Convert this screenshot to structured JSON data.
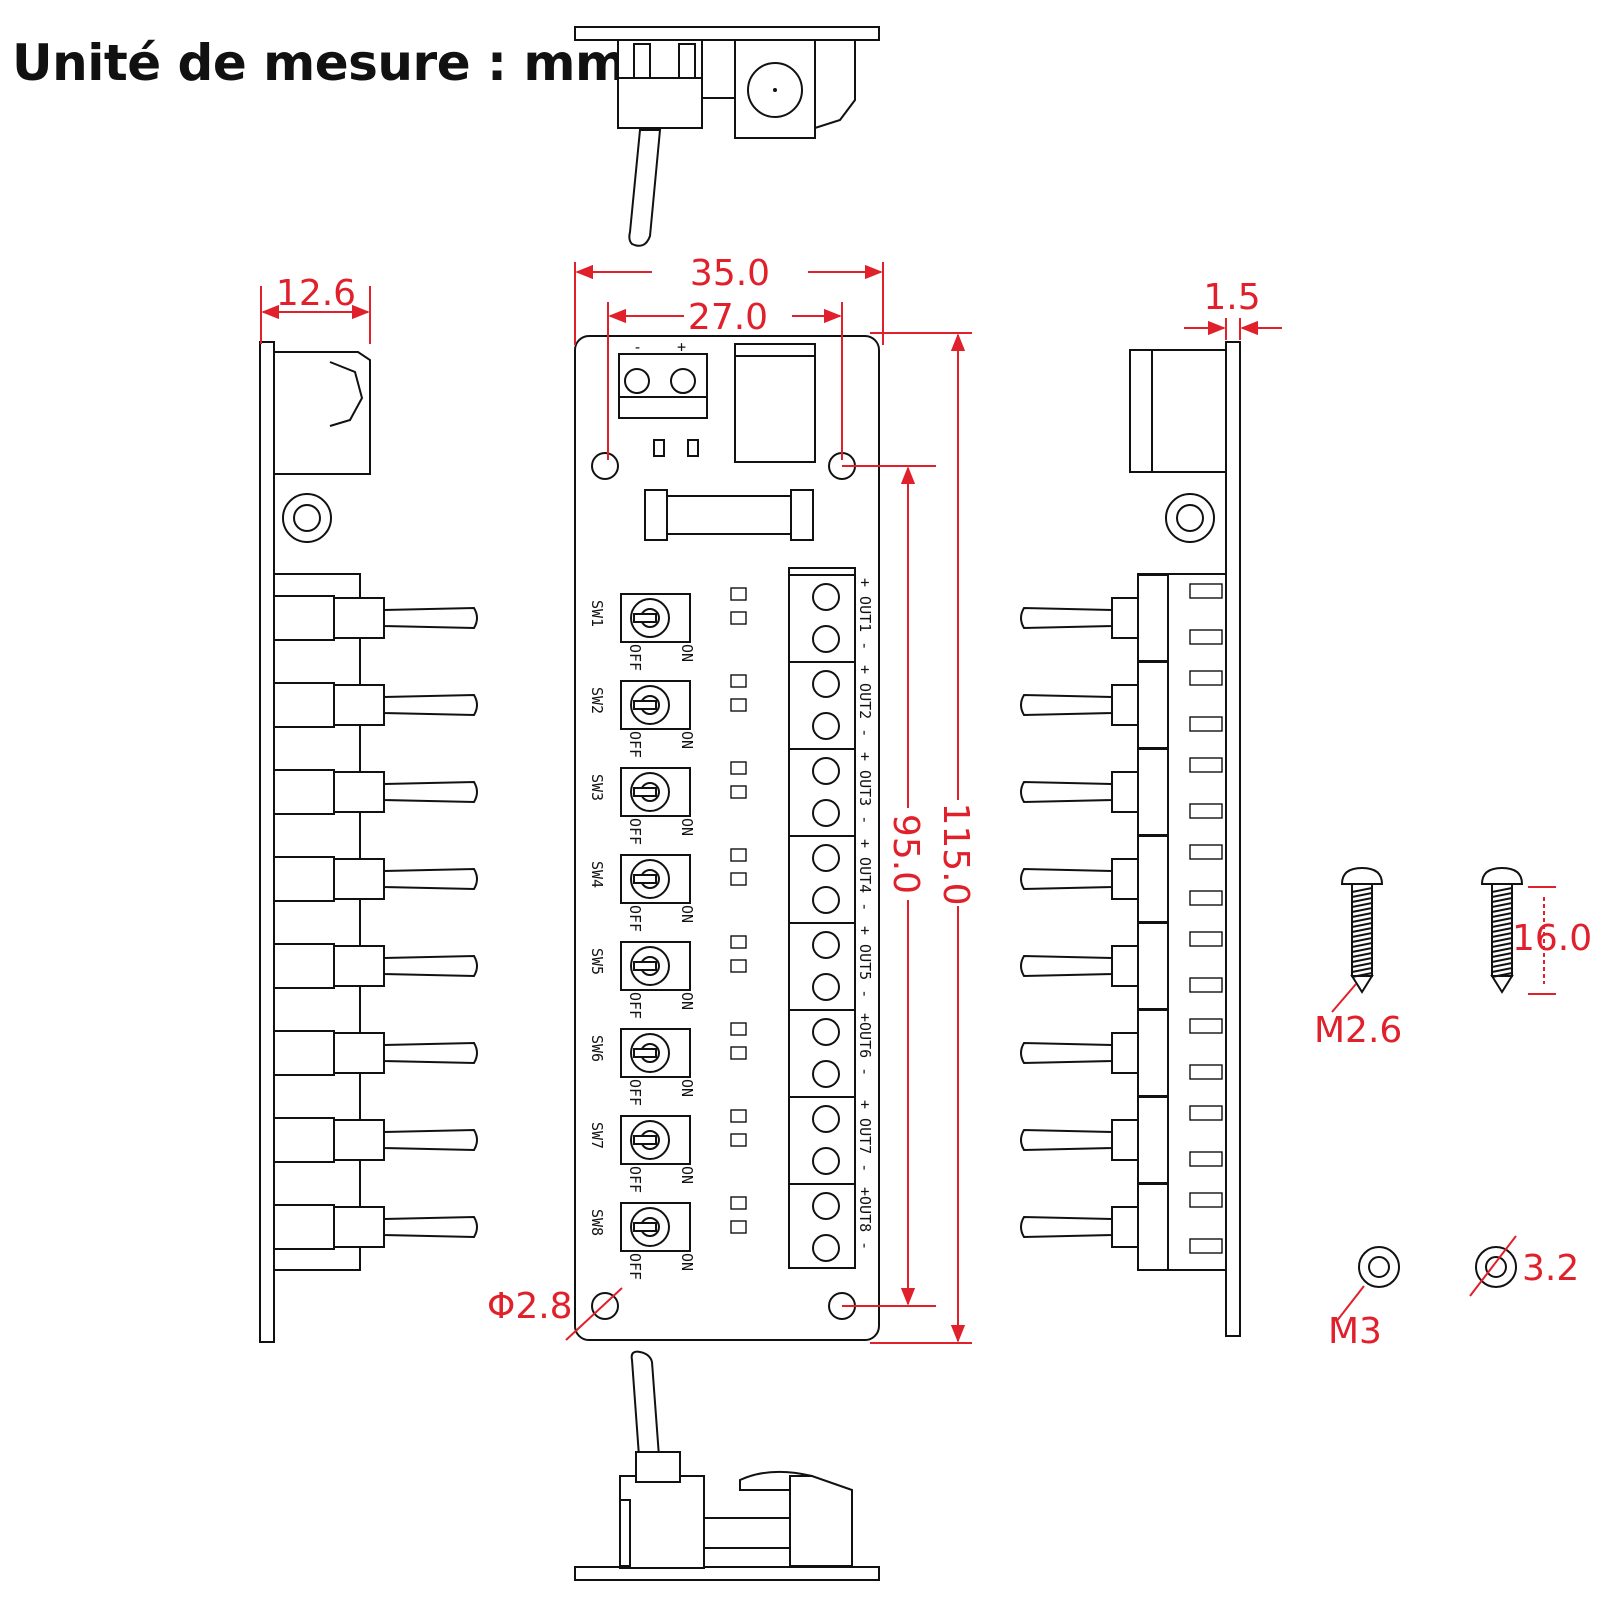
{
  "title": "Unité de mesure : mm",
  "colors": {
    "dimension": "#e0202a",
    "outline": "#111111"
  },
  "dimensions": {
    "board_width": "35.0",
    "mount_hole_spacing_x": "27.0",
    "board_length": "115.0",
    "mount_hole_spacing_y": "95.0",
    "side_height": "12.6",
    "pcb_thickness": "1.5",
    "hole_diameter": "Φ2.8",
    "screw_length": "16.0",
    "washer_hole": "3.2"
  },
  "hardware": {
    "screw": "M2.6",
    "washer": "M3"
  },
  "power_terminal": {
    "minus": "-",
    "plus": "+"
  },
  "switches": [
    {
      "id": "SW1",
      "off": "OFF",
      "on": "ON",
      "output": "+ OUT1 -"
    },
    {
      "id": "SW2",
      "off": "OFF",
      "on": "ON",
      "output": "+ OUT2 -"
    },
    {
      "id": "SW3",
      "off": "OFF",
      "on": "ON",
      "output": "+ OUT3 -"
    },
    {
      "id": "SW4",
      "off": "OFF",
      "on": "ON",
      "output": "+ OUT4 -"
    },
    {
      "id": "SW5",
      "off": "OFF",
      "on": "ON",
      "output": "+ OUT5 -"
    },
    {
      "id": "SW6",
      "off": "OFF",
      "on": "ON",
      "output": "+OUT6 -"
    },
    {
      "id": "SW7",
      "off": "OFF",
      "on": "ON",
      "output": "+ OUT7 -"
    },
    {
      "id": "SW8",
      "off": "OFF",
      "on": "ON",
      "output": "+OUT8 -"
    }
  ]
}
